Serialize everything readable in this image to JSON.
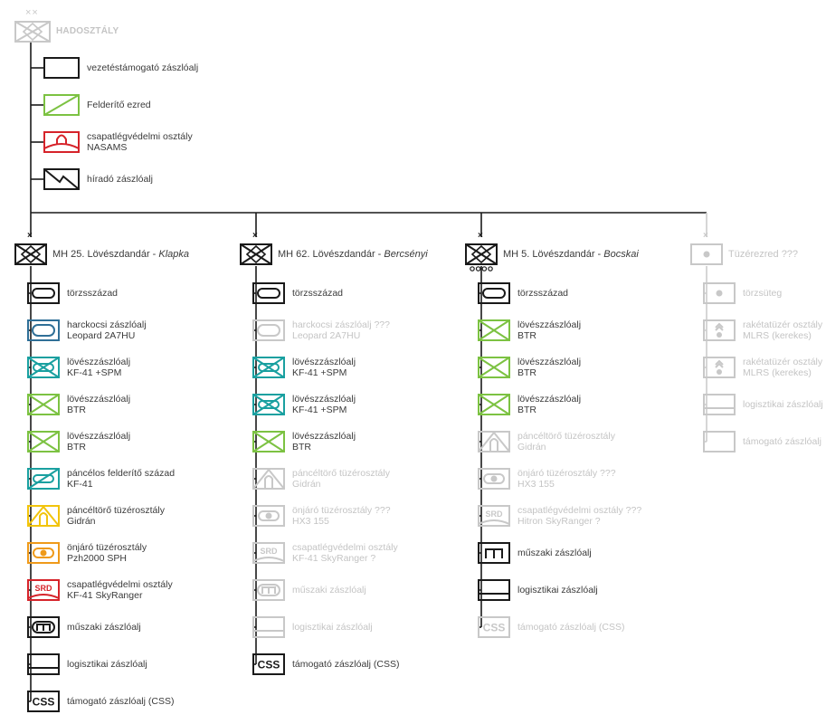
{
  "colors": {
    "black": "#1a1a1a",
    "ghost": "#c8c8c8",
    "green": "#7cc242",
    "blue": "#2f6f97",
    "teal": "#1aa0a0",
    "red": "#d6232a",
    "yellow": "#f2c40c",
    "orange": "#ef9a1a",
    "brigade_ghost": "#cccccc"
  },
  "division": {
    "label": "HADOSZTÁLY",
    "echelon": "××"
  },
  "division_units": [
    {
      "id": "div-hq-bn",
      "icon": "plain-icon",
      "color": "black",
      "line1": "vezetéstámogató zászlóalj",
      "line2": ""
    },
    {
      "id": "div-recon-rgt",
      "icon": "recon-icon",
      "color": "green",
      "line1": "Felderítő ezred",
      "line2": ""
    },
    {
      "id": "div-ad-bn",
      "icon": "air-defense-icon",
      "color": "red",
      "line1": "csapatlégvédelmi osztály",
      "line2": "NASAMS"
    },
    {
      "id": "div-signal-bn",
      "icon": "signal-icon",
      "color": "black",
      "line1": "híradó zászlóalj",
      "line2": ""
    }
  ],
  "brigades": [
    {
      "id": "brigade-25",
      "name": "MH 25. Lövészdandár - ",
      "nickname": "Klapka",
      "echelon": "×",
      "hq_color": "black",
      "ghost": false,
      "units": [
        {
          "icon": "hq-company-icon",
          "color": "black",
          "ghost": false,
          "line1": "törzsszázad",
          "line2": ""
        },
        {
          "icon": "tank-icon",
          "color": "blue",
          "ghost": false,
          "line1": "harckocsi zászlóalj",
          "line2": "Leopard 2A7HU"
        },
        {
          "icon": "ifv-icon",
          "color": "teal",
          "ghost": false,
          "line1": "lövészzászlóalj",
          "line2": "KF-41 +SPM"
        },
        {
          "icon": "wheeled-infantry-icon",
          "color": "green",
          "ghost": false,
          "line1": "lövészzászlóalj",
          "line2": "BTR"
        },
        {
          "icon": "wheeled-infantry-icon",
          "color": "green",
          "ghost": false,
          "line1": "lövészzászlóalj",
          "line2": "BTR"
        },
        {
          "icon": "armored-recon-icon",
          "color": "teal",
          "ghost": false,
          "line1": "páncélos felderítő század",
          "line2": "KF-41"
        },
        {
          "icon": "antitank-icon",
          "color": "yellow",
          "ghost": false,
          "line1": "páncéltörő tüzérosztály",
          "line2": "Gidrán"
        },
        {
          "icon": "sp-artillery-icon",
          "color": "orange",
          "ghost": false,
          "line1": "önjáró tüzérosztály",
          "line2": "Pzh2000 SPH"
        },
        {
          "icon": "srd-icon",
          "color": "red",
          "ghost": false,
          "line1": "csapatlégvédelmi osztály",
          "line2": "KF-41 SkyRanger"
        },
        {
          "icon": "engineer-tracked-icon",
          "color": "black",
          "ghost": false,
          "line1": "műszaki zászlóalj",
          "line2": ""
        },
        {
          "icon": "logistics-icon",
          "color": "black",
          "ghost": false,
          "line1": "logisztikai zászlóalj",
          "line2": ""
        },
        {
          "icon": "css-icon",
          "color": "black",
          "ghost": false,
          "line1": "támogató zászlóalj (CSS)",
          "line2": ""
        }
      ]
    },
    {
      "id": "brigade-62",
      "name": "MH 62. Lövészdandár - ",
      "nickname": "Bercsényi",
      "echelon": "×",
      "hq_color": "black",
      "ghost": false,
      "units": [
        {
          "icon": "hq-company-icon",
          "color": "black",
          "ghost": false,
          "line1": "törzsszázad",
          "line2": ""
        },
        {
          "icon": "tank-icon",
          "color": "ghost",
          "ghost": true,
          "line1": "harckocsi zászlóalj ???",
          "line2": "Leopard 2A7HU"
        },
        {
          "icon": "ifv-icon",
          "color": "teal",
          "ghost": false,
          "line1": "lövészzászlóalj",
          "line2": "KF-41 +SPM"
        },
        {
          "icon": "ifv-icon",
          "color": "teal",
          "ghost": false,
          "line1": "lövészzászlóalj",
          "line2": "KF-41 +SPM"
        },
        {
          "icon": "wheeled-infantry-icon",
          "color": "green",
          "ghost": false,
          "line1": "lövészzászlóalj",
          "line2": "BTR"
        },
        {
          "icon": "antitank-icon",
          "color": "ghost",
          "ghost": true,
          "line1": "páncéltörő tüzérosztály",
          "line2": "Gidrán"
        },
        {
          "icon": "sp-artillery-icon",
          "color": "ghost",
          "ghost": true,
          "line1": "önjáró tüzérosztály ???",
          "line2": "HX3 155"
        },
        {
          "icon": "srd-icon",
          "color": "ghost",
          "ghost": true,
          "line1": "csapatlégvédelmi osztály",
          "line2": "KF-41 SkyRanger ?"
        },
        {
          "icon": "engineer-tracked-icon",
          "color": "ghost",
          "ghost": true,
          "line1": "műszaki zászlóalj",
          "line2": ""
        },
        {
          "icon": "logistics-icon",
          "color": "ghost",
          "ghost": true,
          "line1": "logisztikai zászlóalj",
          "line2": ""
        },
        {
          "icon": "css-icon",
          "color": "black",
          "ghost": false,
          "line1": "támogató zászlóalj (CSS)",
          "line2": ""
        }
      ]
    },
    {
      "id": "brigade-5",
      "name": "MH 5. Lövészdandár - ",
      "nickname": "Bocskai",
      "echelon": "×",
      "hq_color": "black",
      "ghost": false,
      "units": [
        {
          "icon": "hq-company-icon",
          "color": "black",
          "ghost": false,
          "line1": "törzsszázad",
          "line2": ""
        },
        {
          "icon": "wheeled-infantry-icon",
          "color": "green",
          "ghost": false,
          "line1": "lövészzászlóalj",
          "line2": "BTR"
        },
        {
          "icon": "wheeled-infantry-icon",
          "color": "green",
          "ghost": false,
          "line1": "lövészzászlóalj",
          "line2": "BTR"
        },
        {
          "icon": "wheeled-infantry-icon",
          "color": "green",
          "ghost": false,
          "line1": "lövészzászlóalj",
          "line2": "BTR"
        },
        {
          "icon": "antitank-icon",
          "color": "ghost",
          "ghost": true,
          "line1": "páncéltörő tüzérosztály",
          "line2": "Gidrán"
        },
        {
          "icon": "sp-artillery-icon",
          "color": "ghost",
          "ghost": true,
          "line1": "önjáró tüzérosztály ???",
          "line2": "HX3 155"
        },
        {
          "icon": "srd-icon",
          "color": "ghost",
          "ghost": true,
          "line1": "csapatlégvédelmi osztály ???",
          "line2": "Hitron SkyRanger ?"
        },
        {
          "icon": "engineer-icon",
          "color": "black",
          "ghost": false,
          "line1": "műszaki zászlóalj",
          "line2": ""
        },
        {
          "icon": "logistics-icon",
          "color": "black",
          "ghost": false,
          "line1": "logisztikai zászlóalj",
          "line2": ""
        },
        {
          "icon": "css-icon",
          "color": "ghost",
          "ghost": true,
          "line1": "támogató zászlóalj (CSS)",
          "line2": ""
        }
      ]
    },
    {
      "id": "artillery-rgt",
      "name": "Tüzérezred ???",
      "nickname": "",
      "echelon": "×",
      "hq_color": "ghost",
      "ghost": true,
      "units": [
        {
          "icon": "artillery-icon",
          "color": "ghost",
          "ghost": true,
          "line1": "törzsüteg",
          "line2": ""
        },
        {
          "icon": "rocket-artillery-icon",
          "color": "ghost",
          "ghost": true,
          "line1": "rakétatüzér osztály",
          "line2": "MLRS (kerekes)"
        },
        {
          "icon": "rocket-artillery-icon",
          "color": "ghost",
          "ghost": true,
          "line1": "rakétatüzér osztály",
          "line2": "MLRS (kerekes)"
        },
        {
          "icon": "logistics-icon",
          "color": "ghost",
          "ghost": true,
          "line1": "logisztikai zászlóalj",
          "line2": ""
        },
        {
          "icon": "plain-icon",
          "color": "ghost",
          "ghost": true,
          "line1": "támogató zászlóalj",
          "line2": ""
        }
      ]
    }
  ],
  "icon_text": {
    "srd": "SRD",
    "css": "CSS"
  }
}
